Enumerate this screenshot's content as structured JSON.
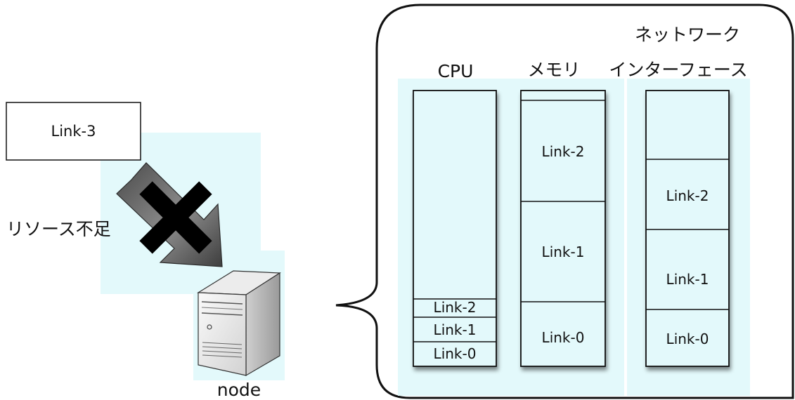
{
  "link3_box": {
    "label": "Link-3"
  },
  "insufficient_label": "リソース不足",
  "node_label": "node",
  "columns": [
    {
      "title": "CPU",
      "segments": [
        "Link-2",
        "Link-1",
        "Link-0"
      ]
    },
    {
      "title": "メモリ",
      "segments": [
        "Link-2",
        "Link-1",
        "Link-0"
      ]
    },
    {
      "title_line1": "ネットワーク",
      "title_line2": "インターフェース",
      "segments": [
        "Link-2",
        "Link-1",
        "Link-0"
      ]
    }
  ],
  "colors": {
    "highlight": "#e3f9fb",
    "stroke": "#111111",
    "arrow_gray": "#7a7a7a"
  }
}
